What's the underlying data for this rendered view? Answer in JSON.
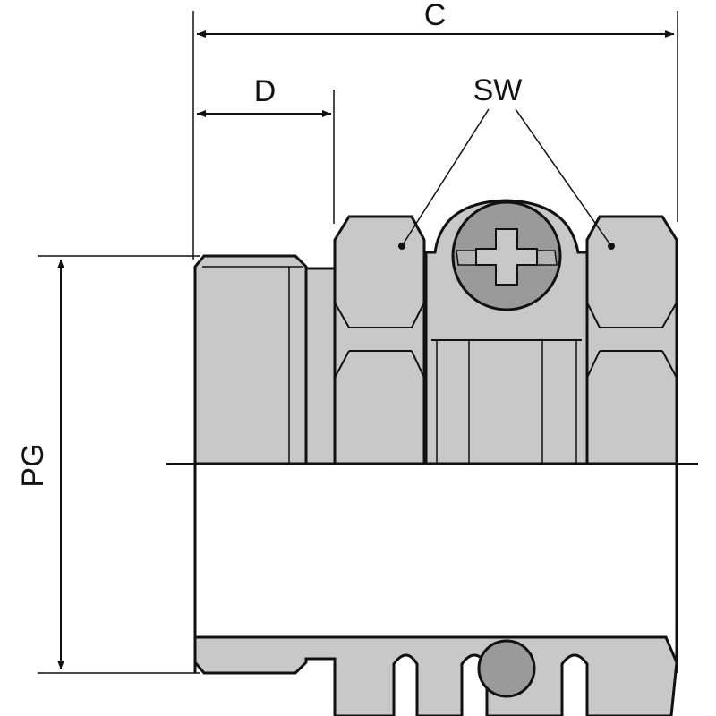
{
  "drawing": {
    "labels": {
      "c": "C",
      "d": "D",
      "sw": "SW",
      "pg": "PG"
    },
    "colors": {
      "outline": "#111111",
      "body_fill": "#c8c8c8",
      "shade_fill": "#b4b4b4",
      "screw_fill": "#9a9a9a",
      "background": "#ffffff"
    }
  }
}
